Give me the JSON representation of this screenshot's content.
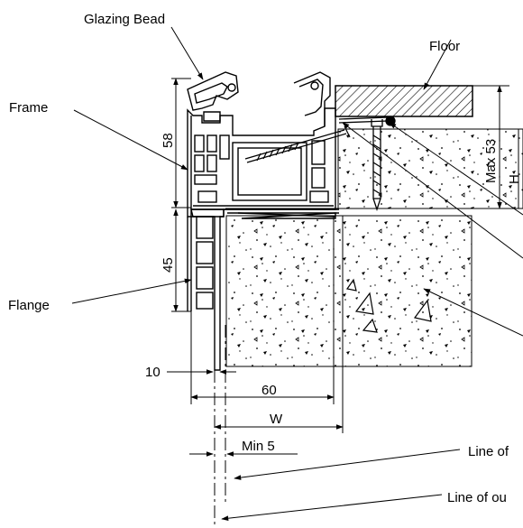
{
  "labels": {
    "glazing_bead": "Glazing Bead",
    "floor": "Floor",
    "frame": "Frame",
    "flange": "Flange",
    "line_of_1": "Line of",
    "line_of_2": "Line of ou"
  },
  "dimensions": {
    "d58": "58",
    "d45": "45",
    "max53": "Max 53",
    "h": "H",
    "d10": "10",
    "d60": "60",
    "w": "W",
    "min5": "Min 5"
  },
  "colors": {
    "line": "#000000",
    "background": "#ffffff"
  }
}
